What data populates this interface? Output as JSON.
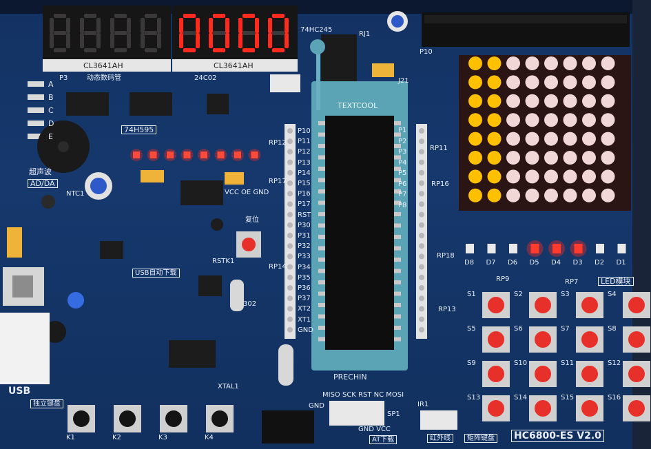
{
  "board": {
    "model": "HC6800-ES V2.0",
    "chip_left": "74HC245",
    "socket_brand": "TEXTCOOL",
    "socket_maker": "PRECHIN",
    "ic_74h595": "74H595",
    "crystal": "XTAL1"
  },
  "display": {
    "left_module": "CL3641AH",
    "right_module": "CL3641AH",
    "right_digits": [
      "0",
      "0",
      "0",
      "0"
    ],
    "caption_left": "动态数码管",
    "caption_chip": "24C02"
  },
  "labels": {
    "header_p3": "P3",
    "ultrasonic": "超声波",
    "ad_da": "AD/DA",
    "ntc": "NTC1",
    "usb_auto_download": "USB自动下载",
    "usb": "USB",
    "independent_keys": "独立键盘",
    "ir": "红外线",
    "matrix_keys": "矩阵键盘",
    "led_module": "LED模块",
    "at_download": "AT下载",
    "reset": "复位",
    "rstk": "RSTK1",
    "rj1": "RJ1",
    "p10": "P10",
    "j21": "J21",
    "j302": "302",
    "sp1": "SP1",
    "isp_pins": "MISO SCK RST NC MOSI",
    "gnd_vcc": "GND VCC",
    "ir1": "IR1",
    "vcc_oe_gnd": "VCC OE GND",
    "gnd": "GND",
    "rp7": "RP7",
    "rp9": "RP9",
    "rp11": "RP11",
    "rp12": "RP12",
    "rp13": "RP13",
    "rp14": "RP14",
    "rp16": "RP16",
    "rp17": "RP17",
    "rp18": "RP18"
  },
  "leds_bank": [
    "D8",
    "D7",
    "D6",
    "D5",
    "D4",
    "D3",
    "D2",
    "D1"
  ],
  "leds_bank_on": [
    false,
    false,
    false,
    true,
    true,
    true,
    false,
    false
  ],
  "header_letters": [
    "A",
    "B",
    "C",
    "D",
    "E"
  ],
  "port_pins_left": [
    "P1",
    "P2",
    "P3",
    "P4",
    "P5",
    "P6",
    "P7",
    "P8"
  ],
  "port_pins_mid": [
    "P10",
    "P11",
    "P12",
    "P13",
    "P14",
    "P15",
    "P16",
    "P17",
    "RST",
    "P30",
    "P31",
    "P32",
    "P33",
    "P34",
    "P35",
    "P36",
    "P37",
    "XT2",
    "XT1",
    "GND"
  ],
  "keys_independent": [
    "K1",
    "K2",
    "K3",
    "K4"
  ],
  "keys_matrix": [
    "S1",
    "S2",
    "S3",
    "S4",
    "S5",
    "S6",
    "S7",
    "S8",
    "S9",
    "S10",
    "S11",
    "S12",
    "S13",
    "S14",
    "S15",
    "S16"
  ],
  "dot_matrix": {
    "cols_on": 2,
    "rows": 8,
    "cols": 8,
    "on_color": "#ffc000",
    "off_color": "#f2d7d7"
  },
  "colors": {
    "pcb": "#143466",
    "led_red": "#ff2a1e",
    "key_cap": "#e8302a",
    "socket": "#5aa4b5"
  }
}
